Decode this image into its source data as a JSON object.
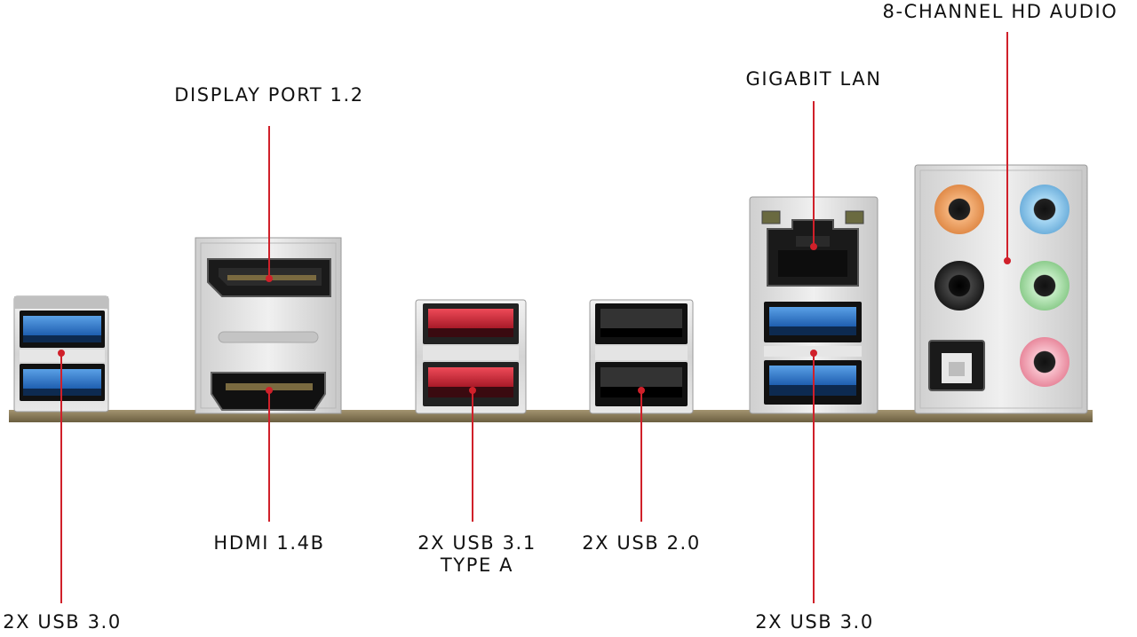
{
  "labels": {
    "usb30_left": "2X USB 3.0",
    "displayport": "DISPLAY PORT 1.2",
    "hdmi": "HDMI 1.4B",
    "usb31_line1": "2X USB 3.1",
    "usb31_line2": "TYPE A",
    "usb20": "2X USB 2.0",
    "gigabit_lan": "GIGABIT LAN",
    "usb30_right": "2X USB 3.0",
    "audio": "8-CHANNEL HD AUDIO"
  },
  "colors": {
    "callout_line": "#d0202a",
    "usb30_blue": "#2f7fd0",
    "usb31_red": "#d42a3a",
    "usb20_black": "#1a1a1a",
    "metal": "#d9d9d9",
    "pcb": "#8a7a5a",
    "audio_orange": "#f0a060",
    "audio_blue": "#8ec8e8",
    "audio_black": "#2a2a2a",
    "audio_green": "#a8d8a8",
    "audio_pink": "#f0a0b0"
  },
  "icons": [
    "usb3-port-icon",
    "displayport-connector-icon",
    "hdmi-connector-icon",
    "usb31-port-icon",
    "usb2-port-icon",
    "rj45-lan-port-icon",
    "audio-jack-icon",
    "optical-spdif-icon"
  ]
}
